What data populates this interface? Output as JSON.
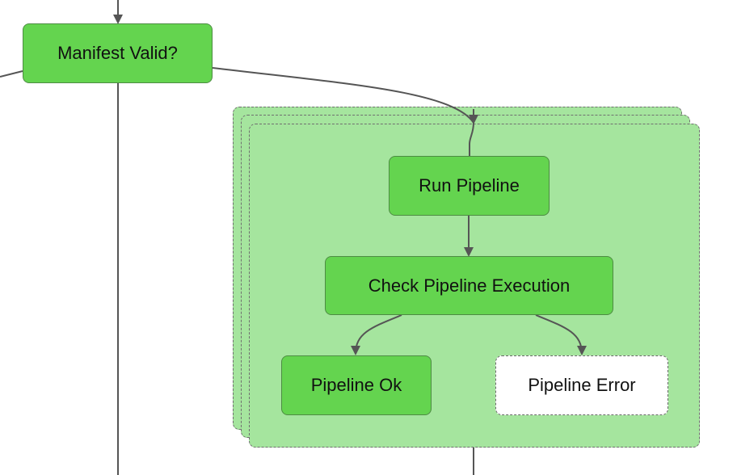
{
  "diagram": {
    "nodes": {
      "manifest_valid": {
        "label": "Manifest Valid?",
        "status": "succeeded"
      },
      "run_pipeline": {
        "label": "Run Pipeline",
        "status": "succeeded"
      },
      "check_pipeline_execution": {
        "label": "Check Pipeline Execution",
        "status": "succeeded"
      },
      "pipeline_ok": {
        "label": "Pipeline Ok",
        "status": "succeeded"
      },
      "pipeline_error": {
        "label": "Pipeline Error",
        "status": "not-run"
      }
    },
    "map_group": {
      "stacked_iterations": 3
    },
    "edges": [
      {
        "from": "",
        "to": "manifest_valid"
      },
      {
        "from": "manifest_valid",
        "to": "run_pipeline"
      },
      {
        "from": "run_pipeline",
        "to": "check_pipeline_execution"
      },
      {
        "from": "check_pipeline_execution",
        "to": "pipeline_ok"
      },
      {
        "from": "check_pipeline_execution",
        "to": "pipeline_error"
      }
    ],
    "colors": {
      "succeeded_fill": "#64d44f",
      "group_fill": "#a5e59e",
      "not_run_fill": "#ffffff",
      "edge": "#555555"
    }
  }
}
